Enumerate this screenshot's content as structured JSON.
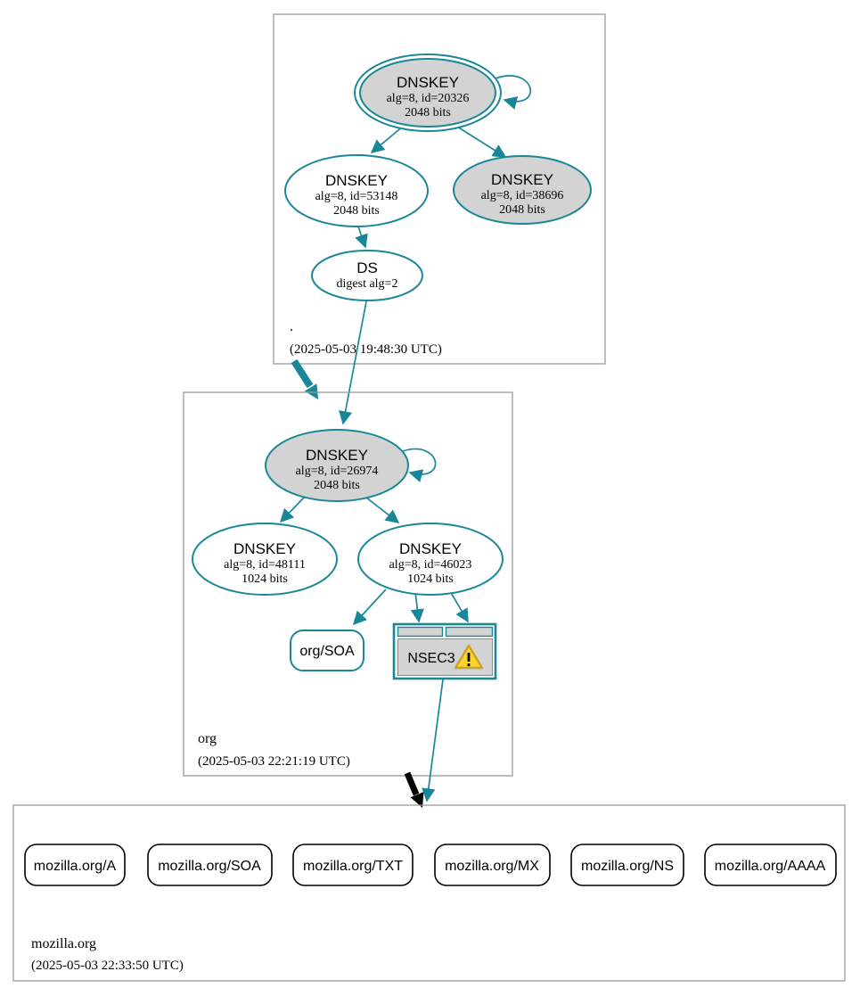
{
  "colors": {
    "secure_teal": "#1a8799",
    "insecure_black": "#000000",
    "node_gray_fill": "#d3d3d3",
    "zone_box_border": "#9a9a9a",
    "warning_yellow": "#ffd42a",
    "warning_gold_border": "#c9a227"
  },
  "zones": {
    "root": {
      "label": ".",
      "timestamp": "(2025-05-03 19:48:30 UTC)",
      "dnskey_ksk": {
        "type": "DNSKEY",
        "alg": "alg=8, id=20326",
        "bits": "2048 bits"
      },
      "dnskey_zsk": {
        "type": "DNSKEY",
        "alg": "alg=8, id=53148",
        "bits": "2048 bits"
      },
      "dnskey_sep": {
        "type": "DNSKEY",
        "alg": "alg=8, id=38696",
        "bits": "2048 bits"
      },
      "ds": {
        "type": "DS",
        "digest": "digest alg=2"
      }
    },
    "org": {
      "label": "org",
      "timestamp": "(2025-05-03 22:21:19 UTC)",
      "dnskey_ksk": {
        "type": "DNSKEY",
        "alg": "alg=8, id=26974",
        "bits": "2048 bits"
      },
      "dnskey_zsk1": {
        "type": "DNSKEY",
        "alg": "alg=8, id=48111",
        "bits": "1024 bits"
      },
      "dnskey_zsk2": {
        "type": "DNSKEY",
        "alg": "alg=8, id=46023",
        "bits": "1024 bits"
      },
      "soa": {
        "label": "org/SOA"
      },
      "nsec3": {
        "label": "NSEC3",
        "warning_icon": "warning-triangle"
      }
    },
    "mozilla_org": {
      "label": "mozilla.org",
      "timestamp": "(2025-05-03 22:33:50 UTC)",
      "rrsets": [
        {
          "label": "mozilla.org/A"
        },
        {
          "label": "mozilla.org/SOA"
        },
        {
          "label": "mozilla.org/TXT"
        },
        {
          "label": "mozilla.org/MX"
        },
        {
          "label": "mozilla.org/NS"
        },
        {
          "label": "mozilla.org/AAAA"
        }
      ]
    }
  }
}
